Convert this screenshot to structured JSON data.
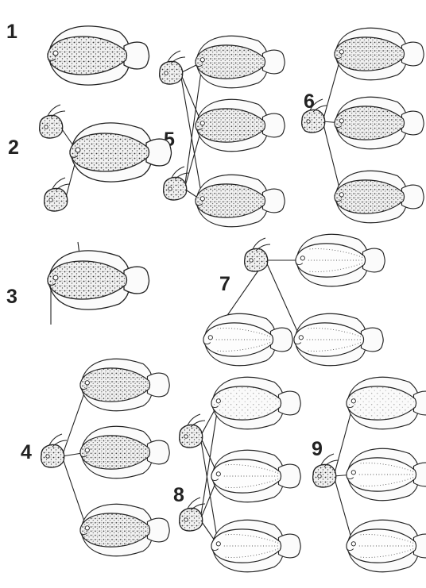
{
  "figure": {
    "panel_labels": [
      "1",
      "2",
      "3",
      "4",
      "5",
      "6",
      "7",
      "8",
      "9"
    ],
    "panels": [
      {
        "label": "1",
        "fish": [
          {
            "pattern": "dense"
          }
        ],
        "parent_heads": 0
      },
      {
        "label": "2",
        "fish": [
          {
            "pattern": "dense"
          }
        ],
        "parent_heads": 2
      },
      {
        "label": "3",
        "fish": [
          {
            "pattern": "dense"
          }
        ],
        "parent_heads": 0,
        "arrows": 2
      },
      {
        "label": "4",
        "fish": [
          {
            "pattern": "dense"
          },
          {
            "pattern": "dense"
          },
          {
            "pattern": "dense"
          }
        ],
        "parent_heads": 1
      },
      {
        "label": "5",
        "fish": [
          {
            "pattern": "dense"
          },
          {
            "pattern": "dense"
          },
          {
            "pattern": "dense"
          }
        ],
        "parent_heads": 2
      },
      {
        "label": "6",
        "fish": [
          {
            "pattern": "dense"
          },
          {
            "pattern": "dense"
          },
          {
            "pattern": "dense"
          }
        ],
        "parent_heads": 1
      },
      {
        "label": "7",
        "fish": [
          {
            "pattern": "dotted"
          },
          {
            "pattern": "dotted"
          },
          {
            "pattern": "dotted"
          }
        ],
        "parent_heads": 1
      },
      {
        "label": "8",
        "fish": [
          {
            "pattern": "light"
          },
          {
            "pattern": "dotted"
          },
          {
            "pattern": "dotted"
          }
        ],
        "parent_heads": 2
      },
      {
        "label": "9",
        "fish": [
          {
            "pattern": "light"
          },
          {
            "pattern": "dotted"
          },
          {
            "pattern": "dotted"
          }
        ],
        "parent_heads": 1
      }
    ]
  }
}
